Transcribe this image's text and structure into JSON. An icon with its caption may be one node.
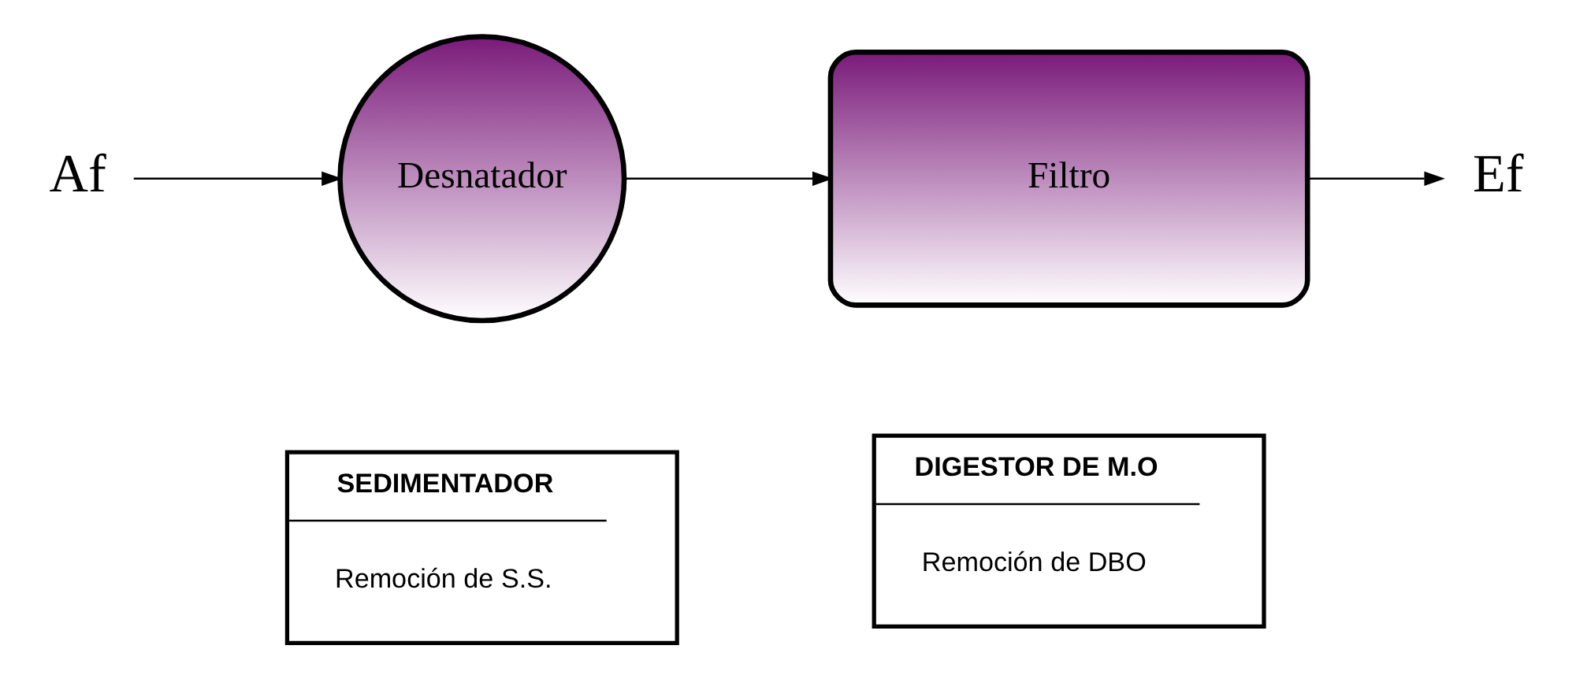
{
  "diagram": {
    "nodes": [
      {
        "text": [
          "Af"
        ]
      },
      {
        "text": [
          "Desnatador"
        ]
      },
      {
        "text": [
          "Filtro"
        ]
      },
      {
        "text": [
          "Ef"
        ]
      },
      {
        "text": [
          "SEDIMENTADOR",
          "Remoción de S.S."
        ]
      },
      {
        "text": [
          "DIGESTOR DE M.O",
          "Remoción de DBO"
        ]
      }
    ],
    "edges": [
      {
        "from": 0,
        "to": 1,
        "arrow": "to"
      },
      {
        "from": 1,
        "to": 2,
        "arrow": "to"
      },
      {
        "from": 2,
        "to": 3,
        "arrow": "to"
      }
    ]
  }
}
